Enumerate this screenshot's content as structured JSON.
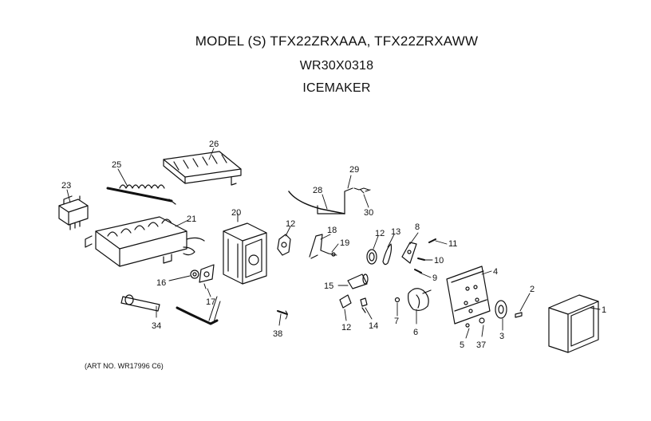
{
  "header": {
    "model_line": "MODEL (S) TFX22ZRXAAA, TFX22ZRXAWW",
    "part_number": "WR30X0318",
    "assembly_name": "ICEMAKER"
  },
  "footer": {
    "art_number": "(ART NO. WR17996 C6)"
  },
  "callouts": [
    {
      "id": "c1",
      "text": "1"
    },
    {
      "id": "c2",
      "text": "2"
    },
    {
      "id": "c3",
      "text": "3"
    },
    {
      "id": "c4",
      "text": "4"
    },
    {
      "id": "c5",
      "text": "5"
    },
    {
      "id": "c6",
      "text": "6"
    },
    {
      "id": "c7",
      "text": "7"
    },
    {
      "id": "c8",
      "text": "8"
    },
    {
      "id": "c9",
      "text": "9"
    },
    {
      "id": "c10",
      "text": "10"
    },
    {
      "id": "c11",
      "text": "11"
    },
    {
      "id": "c12a",
      "text": "12"
    },
    {
      "id": "c12b",
      "text": "12"
    },
    {
      "id": "c12c",
      "text": "12"
    },
    {
      "id": "c13",
      "text": "13"
    },
    {
      "id": "c14",
      "text": "14"
    },
    {
      "id": "c15",
      "text": "15"
    },
    {
      "id": "c16",
      "text": "16"
    },
    {
      "id": "c17",
      "text": "17"
    },
    {
      "id": "c18",
      "text": "18"
    },
    {
      "id": "c19",
      "text": "19"
    },
    {
      "id": "c20",
      "text": "20"
    },
    {
      "id": "c21",
      "text": "21"
    },
    {
      "id": "c23",
      "text": "23"
    },
    {
      "id": "c25",
      "text": "25"
    },
    {
      "id": "c26",
      "text": "26"
    },
    {
      "id": "c28",
      "text": "28"
    },
    {
      "id": "c29",
      "text": "29"
    },
    {
      "id": "c30",
      "text": "30"
    },
    {
      "id": "c34",
      "text": "34"
    },
    {
      "id": "c37",
      "text": "37"
    },
    {
      "id": "c38",
      "text": "38"
    }
  ]
}
